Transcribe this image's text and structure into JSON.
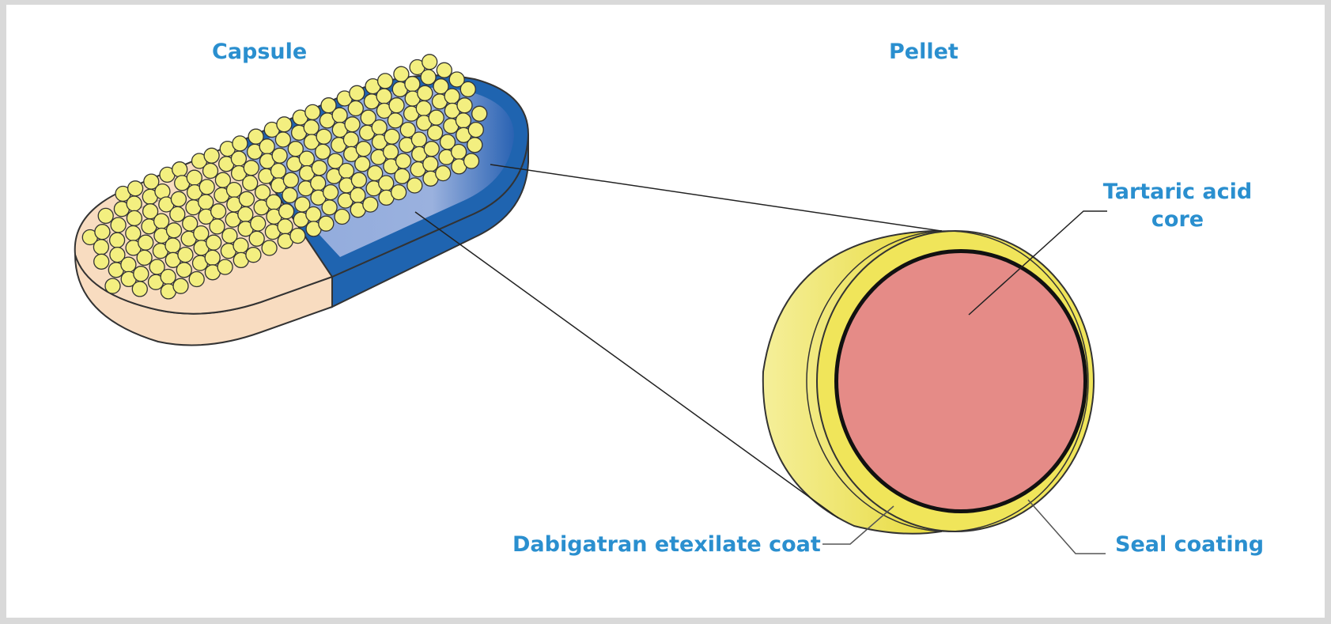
{
  "labels": {
    "capsule": "Capsule",
    "pellet": "Pellet",
    "core_line1": "Tartaric acid",
    "core_line2": "core",
    "coat": "Dabigatran etexilate coat",
    "seal": "Seal coating"
  },
  "colors": {
    "label_text": "#2a8fcf",
    "capsule_cream": "#f8dcc0",
    "capsule_blue": "#1f64b0",
    "capsule_blue_light": "#8fa9dc",
    "pellet_yellow": "#f0e55a",
    "seal_black": "#000000",
    "core_pink": "#e58b87",
    "ball_yellow": "#f3ef80"
  }
}
